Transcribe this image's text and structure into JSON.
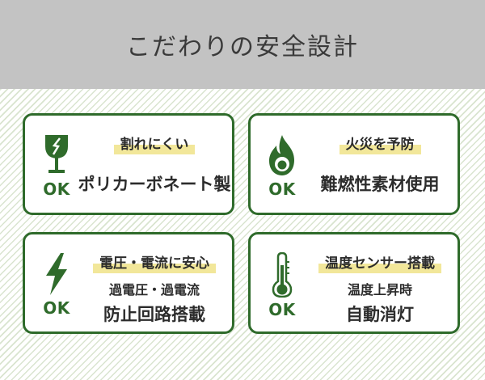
{
  "header": {
    "title": "こだわりの安全設計"
  },
  "colors": {
    "accent": "#2f6b2b",
    "highlight": "#f2e79a",
    "header_bg": "#c3c3c3"
  },
  "cards": [
    {
      "icon": "broken-glass-icon",
      "ok": "OK",
      "heading": "割れにくい",
      "body_lines": [
        "ポリカーボネート製"
      ]
    },
    {
      "icon": "flame-icon",
      "ok": "OK",
      "heading": "火災を予防",
      "body_lines": [
        "難燃性素材使用"
      ]
    },
    {
      "icon": "lightning-icon",
      "ok": "OK",
      "heading": "電圧・電流に安心",
      "body_lines": [
        "過電圧・過電流",
        "防止回路搭載"
      ]
    },
    {
      "icon": "thermometer-icon",
      "ok": "OK",
      "heading": "温度センサー搭載",
      "body_lines": [
        "温度上昇時",
        "自動消灯"
      ]
    }
  ]
}
